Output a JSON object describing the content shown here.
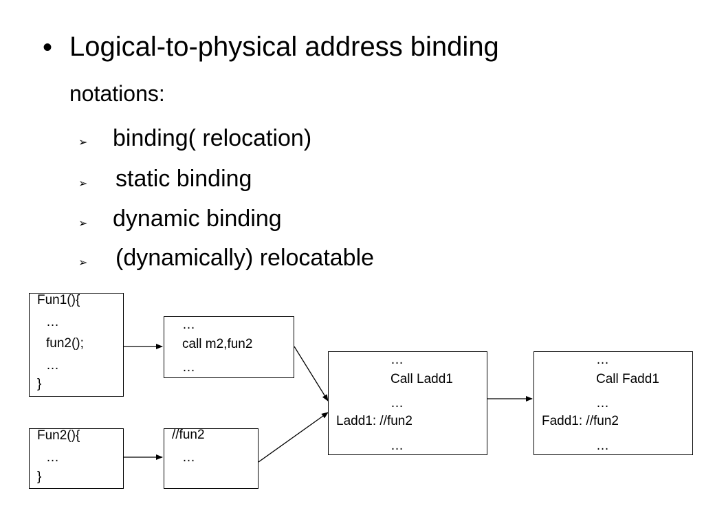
{
  "slide": {
    "bullet": "•",
    "title": "Logical-to-physical address binding",
    "subtitle": "notations:",
    "sub_marker": "➢",
    "items": [
      "binding( relocation)",
      "static binding",
      "dynamic binding",
      "(dynamically) relocatable"
    ]
  },
  "diagram": {
    "fun1": [
      "Fun1(){",
      "…",
      "fun2();",
      "…",
      "}"
    ],
    "fun2": [
      "Fun2(){",
      "…",
      "}"
    ],
    "code1": [
      "…",
      "call m2,fun2",
      "…"
    ],
    "code2": [
      "//fun2",
      "…"
    ],
    "ladd": [
      "…",
      "Call Ladd1",
      "…",
      "Ladd1: //fun2",
      "…"
    ],
    "fadd": [
      "…",
      "Call Fadd1",
      "…",
      "Fadd1: //fun2",
      "…"
    ]
  }
}
